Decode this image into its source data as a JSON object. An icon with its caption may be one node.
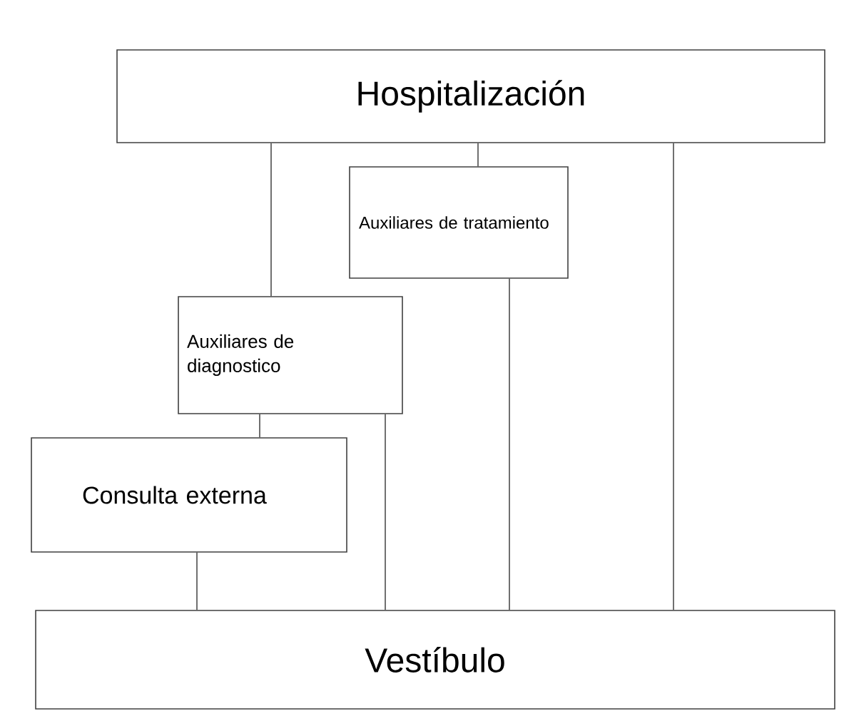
{
  "diagram": {
    "nodes": [
      {
        "text": [
          "Hospitalización"
        ]
      },
      {
        "text": [
          "Auxiliares de tratamiento"
        ]
      },
      {
        "text": [
          "Auxiliares de diagnostico"
        ]
      },
      {
        "text": [
          "Consulta externa"
        ]
      },
      {
        "text": [
          "Vestíbulo"
        ]
      }
    ],
    "edges": [
      {
        "from": 0,
        "to": 2,
        "arrow": "none"
      },
      {
        "from": 0,
        "to": 1,
        "arrow": "none"
      },
      {
        "from": 0,
        "to": 4,
        "arrow": "none"
      },
      {
        "from": 1,
        "to": 4,
        "arrow": "none"
      },
      {
        "from": 2,
        "to": 3,
        "arrow": "none"
      },
      {
        "from": 2,
        "to": 4,
        "arrow": "none"
      },
      {
        "from": 3,
        "to": 4,
        "arrow": "none"
      }
    ]
  }
}
